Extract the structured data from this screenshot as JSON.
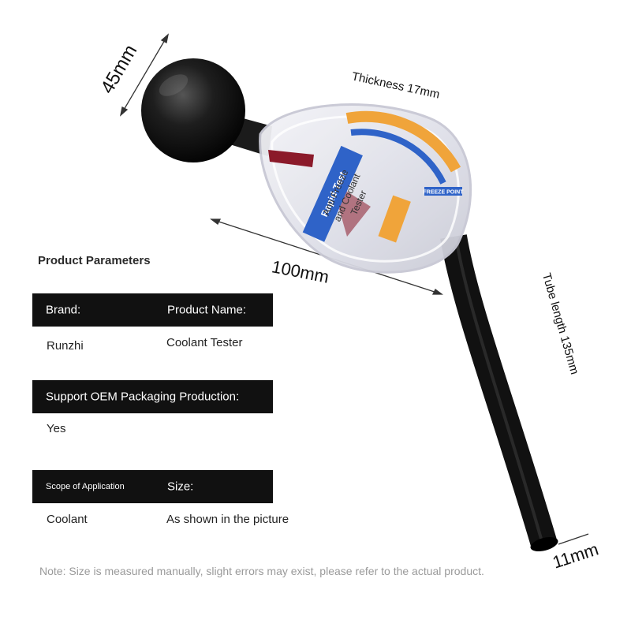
{
  "dimensions": {
    "bulb_diameter": "45mm",
    "thickness": "Thickness 17mm",
    "length": "100mm",
    "tube_length": "Tube length 135mm",
    "tube_diameter": "11mm"
  },
  "device_labels": {
    "brand_mark": "Rapid-Test",
    "product_line1": "Anti-Freeze",
    "product_line2": "and Coolant",
    "product_line3": "Tester",
    "freeze_point": "FREEZE POINT"
  },
  "params": {
    "title": "Product Parameters",
    "brand_label": "Brand:",
    "brand_value": "Runzhi",
    "name_label": "Product Name:",
    "name_value": "Coolant Tester",
    "oem_label": "Support OEM Packaging Production:",
    "oem_value": "Yes",
    "scope_label": "Scope of Application",
    "scope_value": "Coolant",
    "size_label": "Size:",
    "size_value": "As shown in the picture"
  },
  "note": "Note: Size is measured manually, slight errors may exist, please refer to the actual product.",
  "colors": {
    "bar_bg": "#111111",
    "bar_text": "#ffffff",
    "scale_orange": "#f0a43a",
    "scale_blue": "#2f63c8",
    "bulb": "#1a1a1a",
    "note_text": "#9a9a9a"
  }
}
